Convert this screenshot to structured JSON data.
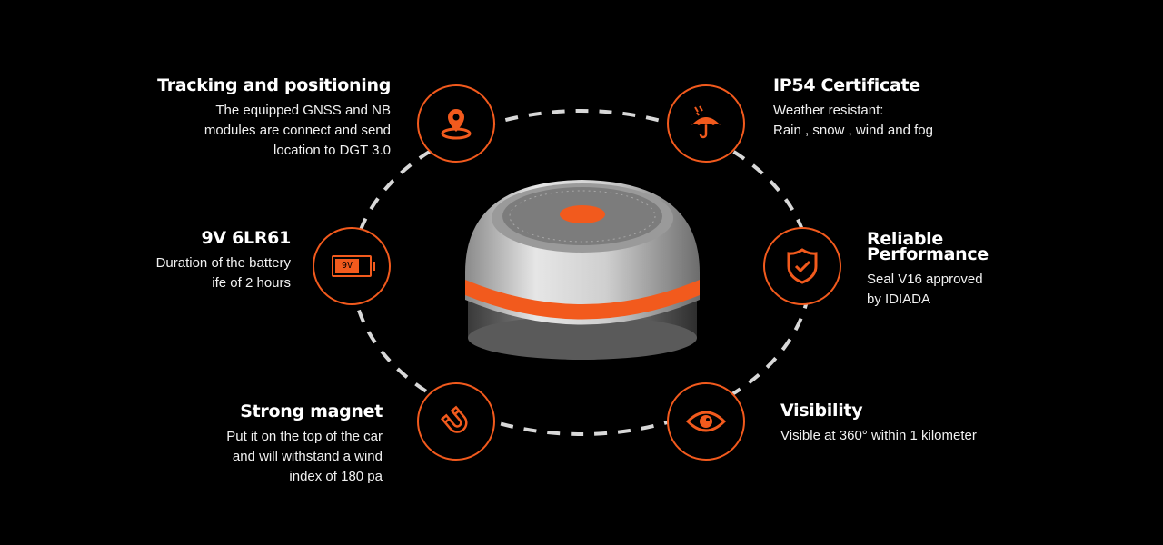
{
  "accent_color": "#f25a1d",
  "features": [
    {
      "title": "Tracking and positioning",
      "lines": [
        "The equipped GNSS and NB",
        "modules are connect and send",
        "location to DGT 3.0"
      ],
      "icon": "location-pin-icon"
    },
    {
      "title": "9V 6LR61",
      "lines": [
        "Duration of the battery",
        "ife of 2 hours"
      ],
      "icon": "battery-icon",
      "icon_label": "9V"
    },
    {
      "title": "Strong magnet",
      "lines": [
        "Put it on the top of the car",
        "and will withstand a wind",
        "index of 180 pa"
      ],
      "icon": "magnet-icon"
    },
    {
      "title": "IP54 Certificate",
      "lines": [
        "Weather resistant:",
        "Rain , snow , wind and fog"
      ],
      "icon": "umbrella-rain-icon"
    },
    {
      "title_lines": [
        "Reliable",
        "Performance"
      ],
      "lines": [
        "Seal V16 approved",
        "by IDIADA"
      ],
      "icon": "shield-check-icon"
    },
    {
      "title": "Visibility",
      "lines": [
        "Visible at 360° within 1 kilometer"
      ],
      "icon": "eye-icon"
    }
  ]
}
